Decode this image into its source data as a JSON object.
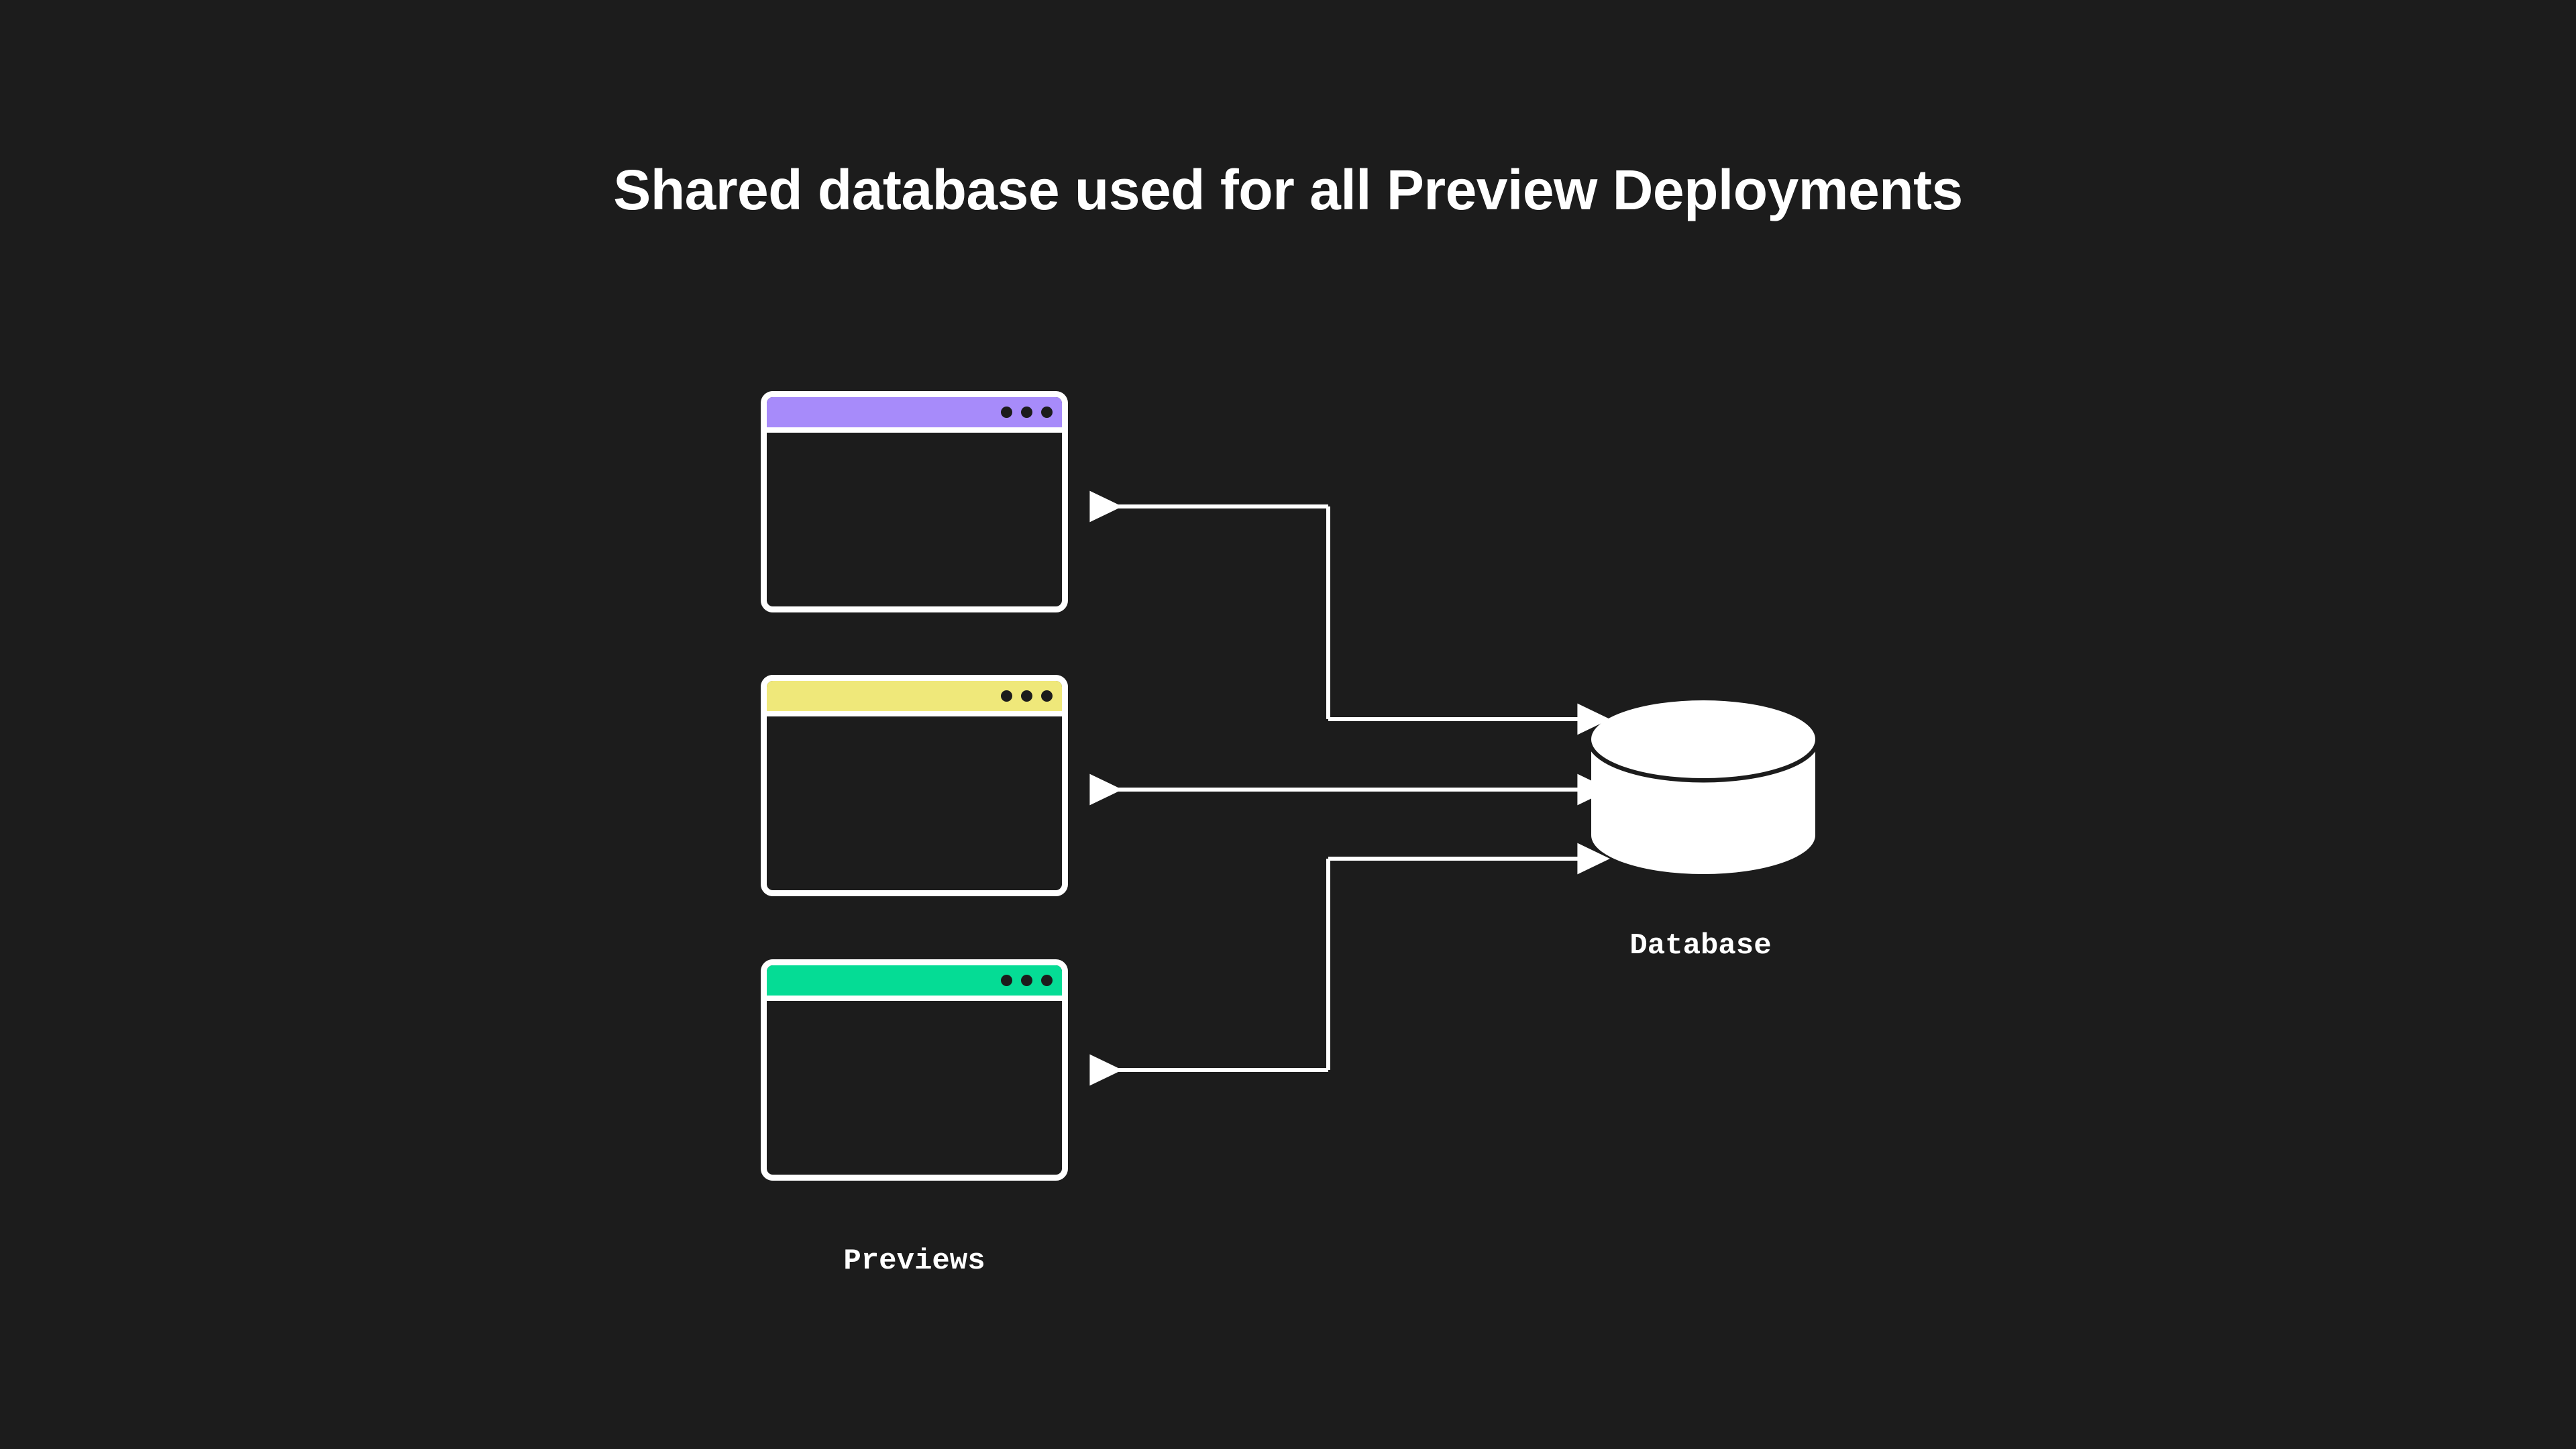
{
  "page": {
    "background_color": "#1c1c1c",
    "title": "Shared database used for all Preview Deployments"
  },
  "diagram": {
    "previews": {
      "group_label": "Previews",
      "windows": [
        {
          "name": "preview-window-purple",
          "accent_color": "#a78bfa",
          "dot_count": 3
        },
        {
          "name": "preview-window-yellow",
          "accent_color": "#efe87a",
          "dot_count": 3
        },
        {
          "name": "preview-window-green",
          "accent_color": "#05dc95",
          "dot_count": 3
        }
      ]
    },
    "database": {
      "label": "Database",
      "fill_color": "#ffffff",
      "edge_color": "#1c1c1c"
    },
    "connectors": [
      {
        "name": "connector-purple-to-database",
        "from": "preview-window-purple",
        "to": "database",
        "direction": "bidirectional-split",
        "arrowheads": [
          "left-at-window",
          "right-at-database"
        ],
        "color": "#ffffff"
      },
      {
        "name": "connector-yellow-to-database",
        "from": "preview-window-yellow",
        "to": "database",
        "direction": "bidirectional",
        "arrowheads": [
          "left-at-window",
          "right-at-database"
        ],
        "color": "#ffffff"
      },
      {
        "name": "connector-green-to-database",
        "from": "preview-window-green",
        "to": "database",
        "direction": "bidirectional-split",
        "arrowheads": [
          "left-at-window",
          "right-at-database"
        ],
        "color": "#ffffff"
      }
    ]
  }
}
